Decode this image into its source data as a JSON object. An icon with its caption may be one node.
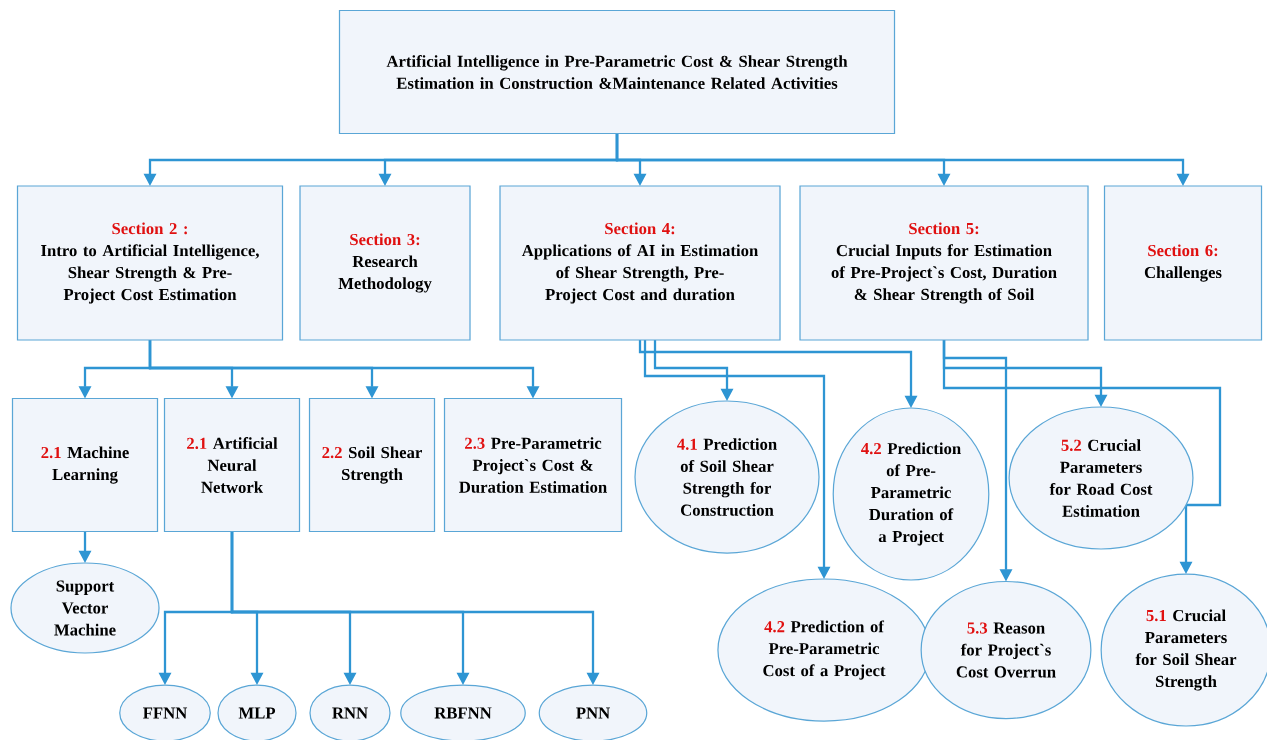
{
  "diagram": {
    "nodes": [
      {
        "text": [
          "Artificial Intelligence in Pre-Parametric Cost & Shear Strength Estimation in Construction &Maintenance Related Activities"
        ]
      },
      {
        "text": [
          "Section 2 :",
          "Intro to Artificial Intelligence, Shear Strength & Pre-Project Cost Estimation"
        ]
      },
      {
        "text": [
          "Section 3:",
          "Research Methodology"
        ]
      },
      {
        "text": [
          "Section 4:",
          "Applications of AI in Estimation of Shear Strength, Pre-Project Cost and duration"
        ]
      },
      {
        "text": [
          "Section 5:",
          "Crucial Inputs for Estimation of Pre-Project`s Cost, Duration & Shear Strength of Soil"
        ]
      },
      {
        "text": [
          "Section 6:",
          "Challenges"
        ]
      },
      {
        "text": [
          "2.1",
          "Machine Learning"
        ]
      },
      {
        "text": [
          "2.1",
          "Artificial Neural Network"
        ]
      },
      {
        "text": [
          "2.2",
          "Soil Shear Strength"
        ]
      },
      {
        "text": [
          "2.3",
          "Pre-Parametric Project`s Cost & Duration Estimation"
        ]
      },
      {
        "text": [
          "Support Vector Machine"
        ]
      },
      {
        "text": [
          "FFNN"
        ]
      },
      {
        "text": [
          "MLP"
        ]
      },
      {
        "text": [
          "RNN"
        ]
      },
      {
        "text": [
          "RBFNN"
        ]
      },
      {
        "text": [
          "PNN"
        ]
      },
      {
        "text": [
          "4.1",
          "Prediction of Soil Shear Strength for Construction"
        ]
      },
      {
        "text": [
          "4.2",
          "Prediction of Pre-Parametric Duration of a Project"
        ]
      },
      {
        "text": [
          "4.2",
          "Prediction of Pre-Parametric Cost of a Project"
        ]
      },
      {
        "text": [
          "5.2",
          "Crucial Parameters for Road Cost Estimation"
        ]
      },
      {
        "text": [
          "5.3",
          "Reason for Project`s Cost Overrun"
        ]
      },
      {
        "text": [
          "5.1",
          "Crucial Parameters for Soil Shear Strength"
        ]
      }
    ],
    "edges": [
      {
        "from": 0,
        "to": 1,
        "arrow": "to"
      },
      {
        "from": 0,
        "to": 2,
        "arrow": "to"
      },
      {
        "from": 0,
        "to": 3,
        "arrow": "to"
      },
      {
        "from": 0,
        "to": 4,
        "arrow": "to"
      },
      {
        "from": 0,
        "to": 5,
        "arrow": "to"
      },
      {
        "from": 1,
        "to": 6,
        "arrow": "to"
      },
      {
        "from": 1,
        "to": 7,
        "arrow": "to"
      },
      {
        "from": 1,
        "to": 8,
        "arrow": "to"
      },
      {
        "from": 1,
        "to": 9,
        "arrow": "to"
      },
      {
        "from": 6,
        "to": 10,
        "arrow": "to"
      },
      {
        "from": 7,
        "to": 11,
        "arrow": "to"
      },
      {
        "from": 7,
        "to": 12,
        "arrow": "to"
      },
      {
        "from": 7,
        "to": 13,
        "arrow": "to"
      },
      {
        "from": 7,
        "to": 14,
        "arrow": "to"
      },
      {
        "from": 7,
        "to": 15,
        "arrow": "to"
      },
      {
        "from": 3,
        "to": 16,
        "arrow": "to"
      },
      {
        "from": 3,
        "to": 17,
        "arrow": "to"
      },
      {
        "from": 3,
        "to": 18,
        "arrow": "to"
      },
      {
        "from": 4,
        "to": 19,
        "arrow": "to"
      },
      {
        "from": 4,
        "to": 20,
        "arrow": "to"
      },
      {
        "from": 4,
        "to": 21,
        "arrow": "to"
      }
    ]
  }
}
